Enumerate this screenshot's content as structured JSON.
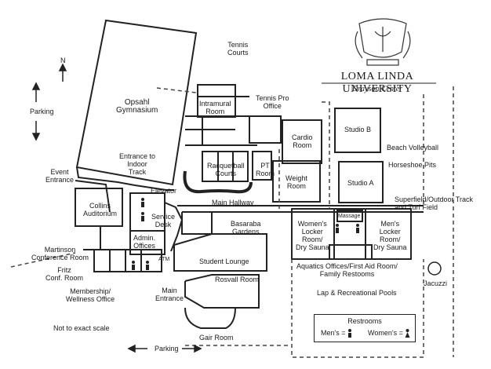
{
  "brand": {
    "name": "LOMA LINDA UNIVERSITY",
    "subtitle": "Drayson Center"
  },
  "labels": {
    "tennis_courts": "Tennis\nCourts",
    "opsahl": "Opsahl\nGymnasium",
    "intramural": "Intramural\nRoom",
    "tennis_pro": "Tennis Pro\nOffice",
    "cardio": "Cardio\nRoom",
    "studio_b": "Studio B",
    "beach_volleyball": "Beach Volleyball",
    "horseshoe": "Horseshoe Pits",
    "studio_a": "Studio A",
    "racquetball": "Racquetball\nCourts",
    "pt_room": "PT\nRoom",
    "weight": "Weight\nRoom",
    "entrance_indoor": "Entrance to\nIndoor\nTrack",
    "event_entrance": "Event\nEntrance",
    "elevator": "Elevator",
    "collins": "Collins\nAuditorium",
    "service_desk": "Service\nDesk",
    "main_hallway": "Main Hallway",
    "superfield": "Superfield/Outdoor Track\nand Turf Field",
    "massage": "Massage",
    "basaraba": "Basaraba\nGardens",
    "womens_locker": "Women's\nLocker\nRoom/\nDry Sauna",
    "mens_locker": "Men's\nLocker\nRoom/\nDry Sauna",
    "admin": "Admin.\nOffices",
    "martinson": "Martinson\nConference Room",
    "atm": "ATM",
    "student_lounge": "Student Lounge",
    "fritz": "Fritz\nConf. Room",
    "aquatics": "Aquatics Offices/First Aid Room/\nFamily Restooms",
    "jacuzzi": "Jacuzzi",
    "rosvall": "Rosvall Room",
    "membership": "Membership/\nWellness Office",
    "main_entrance": "Main\nEntrance",
    "lap_pools": "Lap & Recreational Pools",
    "not_to_scale": "Not to exact scale",
    "gair": "Gair Room",
    "parking_left": "Parking",
    "parking_bottom": "Parking",
    "north": "N"
  },
  "legend": {
    "title": "Restrooms",
    "men": "Men's =",
    "women": "Women's ="
  },
  "icons": [
    "university-seal-icon",
    "north-arrow-icon",
    "restroom-men-icon",
    "restroom-women-icon",
    "parking-arrow-icon"
  ]
}
